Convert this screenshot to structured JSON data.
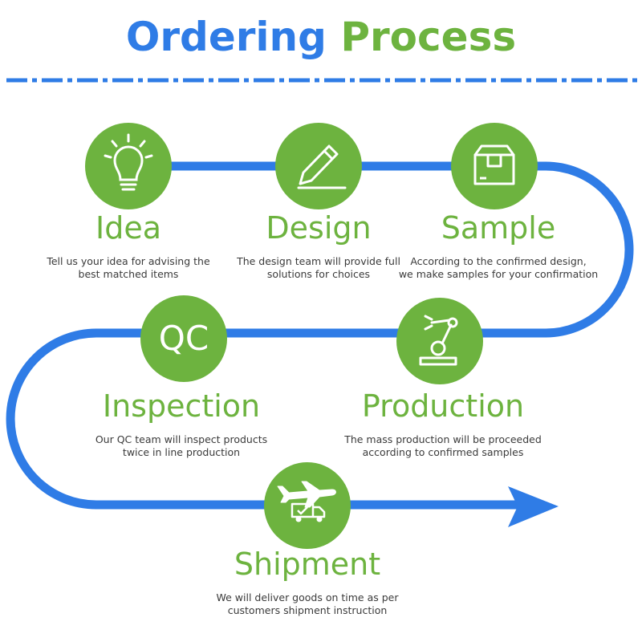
{
  "header": {
    "title_word_1": "Ordering",
    "title_word_2": "Process"
  },
  "colors": {
    "blue": "#2f7ce6",
    "green": "#6db33f"
  },
  "steps": [
    {
      "name": "Idea",
      "icon": "lightbulb-icon",
      "desc_line1": "Tell us your idea for advising the",
      "desc_line2": "best matched items"
    },
    {
      "name": "Design",
      "icon": "pen-icon",
      "desc_line1": "The design team will provide full",
      "desc_line2": "solutions for choices"
    },
    {
      "name": "Sample",
      "icon": "box-icon",
      "desc_line1": "According to the confirmed design,",
      "desc_line2": "we make samples for your confirmation"
    },
    {
      "name": "Production",
      "icon": "robot-arm-icon",
      "desc_line1": "The mass production will be proceeded",
      "desc_line2": "according to confirmed samples"
    },
    {
      "name": "Inspection",
      "icon": "qc-icon",
      "icon_text": "QC",
      "desc_line1": "Our QC team will inspect products",
      "desc_line2": "twice in line production"
    },
    {
      "name": "Shipment",
      "icon": "plane-truck-icon",
      "desc_line1": "We will deliver goods on time as per",
      "desc_line2": "customers shipment instruction"
    }
  ]
}
